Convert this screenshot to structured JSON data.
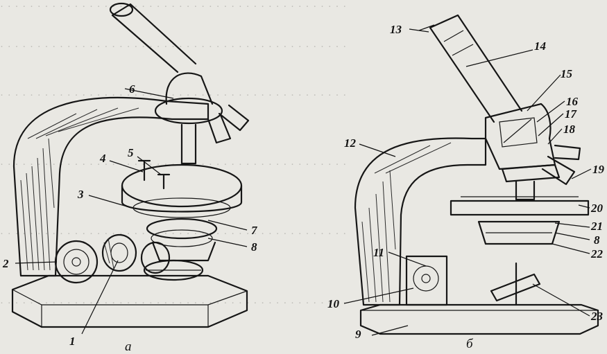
{
  "figure": {
    "caption_a": "а",
    "caption_b": "б"
  },
  "labels_a": [
    "1",
    "2",
    "3",
    "4",
    "5",
    "6",
    "7",
    "8"
  ],
  "labels_b": [
    "8",
    "9",
    "10",
    "11",
    "12",
    "13",
    "14",
    "15",
    "16",
    "17",
    "18",
    "19",
    "20",
    "21",
    "22",
    "23"
  ],
  "colors": {
    "ink": "#161616",
    "paper": "#e9e8e3",
    "ghost_text": "#9c9a95"
  }
}
